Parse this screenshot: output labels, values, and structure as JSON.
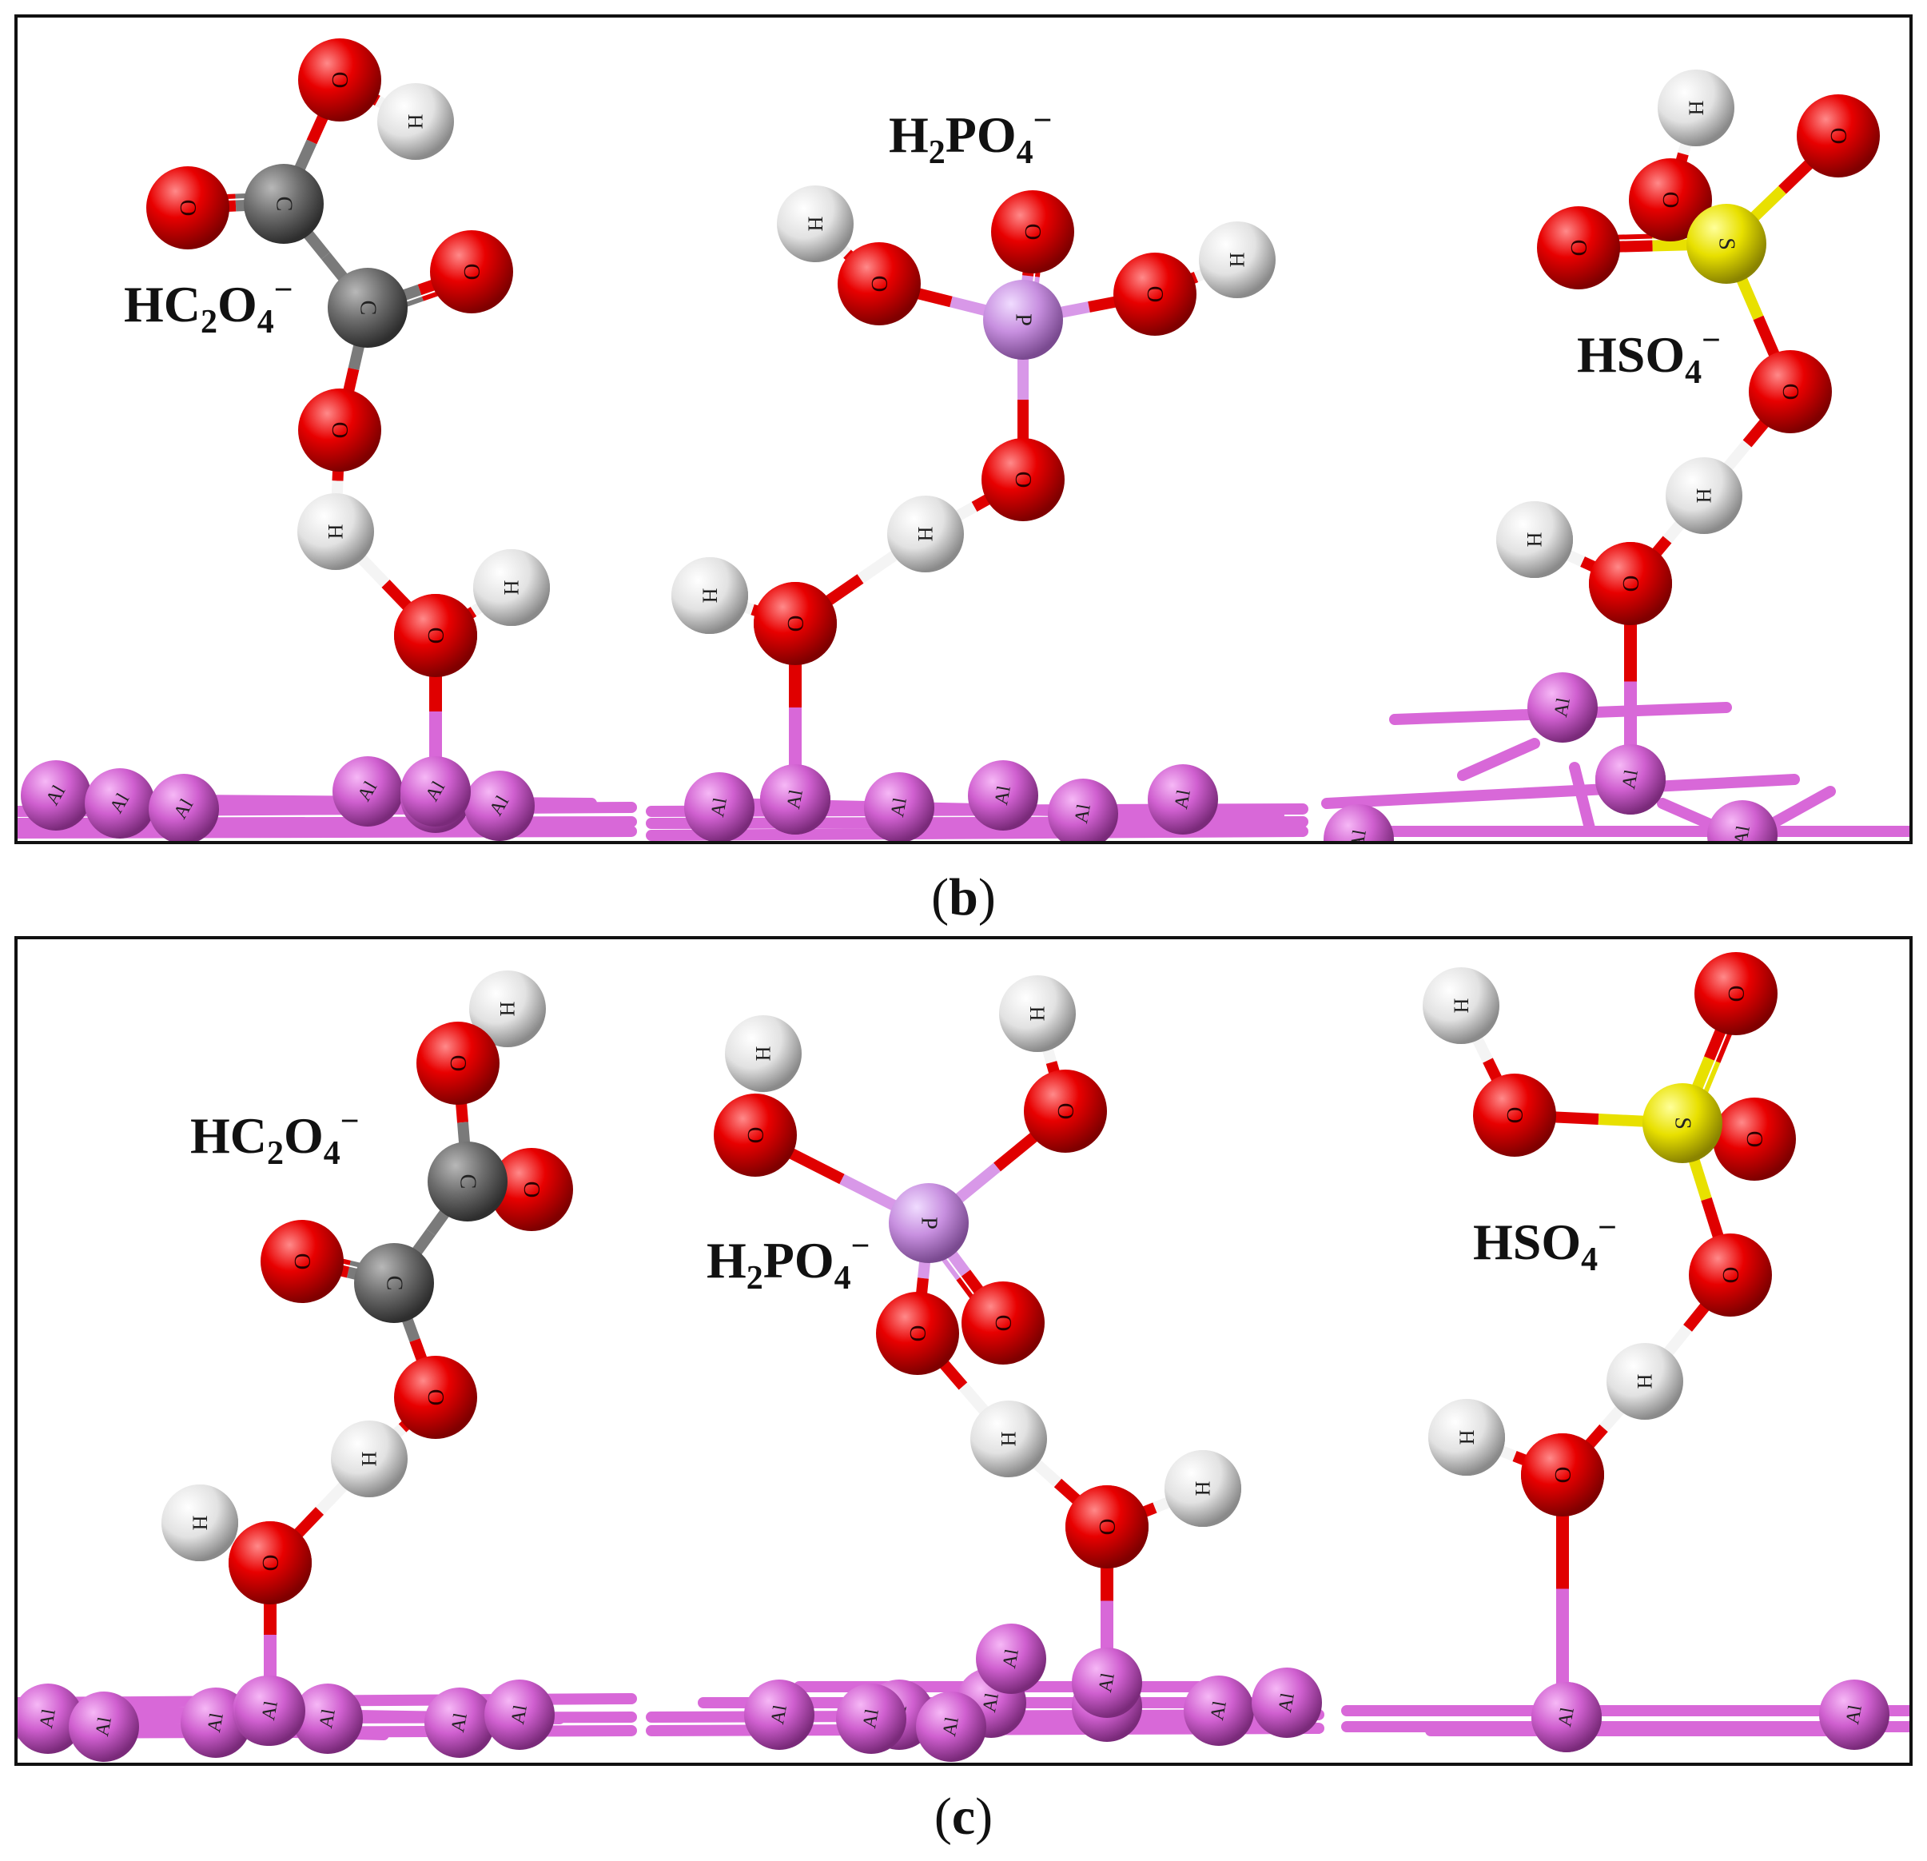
{
  "panels": [
    {
      "id": "b",
      "caption_open": "(",
      "caption_letter": "b",
      "caption_close": ")",
      "molecules": [
        {
          "name": "HC2O4-",
          "parts": [
            "HC",
            "2",
            "O",
            "4",
            "−"
          ]
        },
        {
          "name": "H2PO4-",
          "parts": [
            "H",
            "2",
            "PO",
            "4",
            "−"
          ]
        },
        {
          "name": "HSO4-",
          "parts": [
            "HSO",
            "",
            "",
            "4",
            "−"
          ]
        }
      ]
    },
    {
      "id": "c",
      "caption_open": "(",
      "caption_letter": "c",
      "caption_close": ")",
      "molecules": [
        {
          "name": "HC2O4-",
          "parts": [
            "HC",
            "2",
            "O",
            "4",
            "−"
          ]
        },
        {
          "name": "H2PO4-",
          "parts": [
            "H",
            "2",
            "PO",
            "4",
            "−"
          ]
        },
        {
          "name": "HSO4-",
          "parts": [
            "HSO",
            "",
            "",
            "4",
            "−"
          ]
        }
      ]
    }
  ],
  "atom_labels": {
    "O": "O",
    "H": "H",
    "C": "C",
    "P": "P",
    "S": "S",
    "Al": "Al"
  },
  "colors": {
    "oxygen": "#e00000",
    "hydrogen": "#e8e8e8",
    "carbon": "#6e6e6e",
    "phosphorus": "#c890e0",
    "sulfur": "#e8e000",
    "aluminum": "#d060d0",
    "frame": "#111111"
  }
}
